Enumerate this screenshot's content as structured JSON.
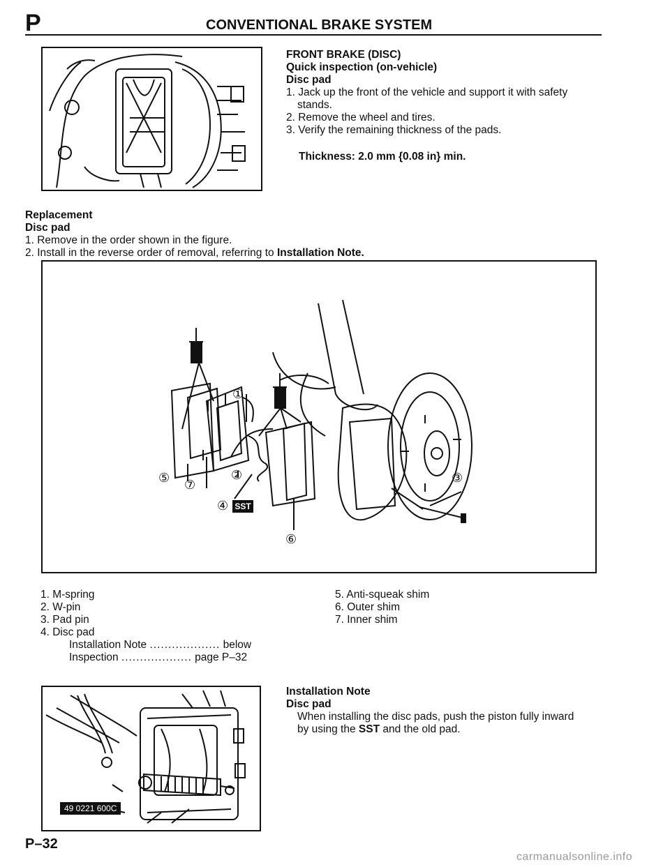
{
  "header": {
    "section_letter": "P",
    "title": "CONVENTIONAL BRAKE SYSTEM"
  },
  "quick_inspection": {
    "heading1": "FRONT BRAKE (DISC)",
    "heading2": "Quick inspection (on-vehicle)",
    "heading3": "Disc pad",
    "steps": [
      "1. Jack up the front of the vehicle and support it with safety",
      "stands.",
      "2. Remove the wheel and tires.",
      "3. Verify the remaining thickness of the pads."
    ],
    "spec": "Thickness: 2.0 mm {0.08 in} min."
  },
  "replacement": {
    "heading1": "Replacement",
    "heading2": "Disc pad",
    "step1": "1. Remove in the order shown in the figure.",
    "step2_prefix": "2. Install in the reverse order of removal, referring to ",
    "step2_bold": "Installation Note."
  },
  "figure": {
    "callouts": [
      "①",
      "②",
      "③",
      "④",
      "⑤",
      "⑥",
      "⑦"
    ],
    "sst_label": "SST"
  },
  "parts_list": {
    "left": [
      "1. M-spring",
      "2. W-pin",
      "3. Pad pin",
      "4. Disc pad"
    ],
    "sub": [
      {
        "label": "Installation Note",
        "dots": "...................",
        "ref": "below"
      },
      {
        "label": "Inspection",
        "dots": "...................",
        "ref": "page P–32"
      }
    ],
    "right": [
      "5. Anti-squeak shim",
      "6. Outer shim",
      "7. Inner shim"
    ]
  },
  "installation_note": {
    "heading1": "Installation Note",
    "heading2": "Disc pad",
    "body_line1": "When installing the disc pads, push the piston fully inward",
    "body_prefix": "by using the ",
    "body_bold": "SST",
    "body_suffix": " and the old pad."
  },
  "tool_label": "49 0221 600C",
  "footer": {
    "page_number": "P–32",
    "watermark": "carmanualsonline.info"
  }
}
